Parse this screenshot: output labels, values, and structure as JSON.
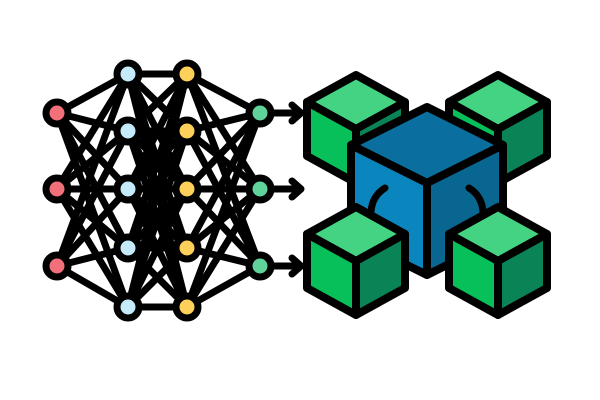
{
  "illustration": {
    "neural_network": {
      "layers": [
        {
          "role": "input",
          "nodes": 3,
          "color": "#f2707a"
        },
        {
          "role": "hidden",
          "nodes": 5,
          "color": "#c5ebfa"
        },
        {
          "role": "hidden",
          "nodes": 5,
          "color": "#fdd05a"
        },
        {
          "role": "output",
          "nodes": 3,
          "color": "#5fd39a"
        }
      ],
      "connectivity": "fully-connected",
      "output_arrows": 3
    },
    "blockchain": {
      "center_block": {
        "top": "#0a6f9e",
        "left": "#0a85bd",
        "right": "#086690"
      },
      "peer_block": {
        "top": "#43d383",
        "left": "#08c05a",
        "right": "#0a8457"
      },
      "peer_blocks": 4
    },
    "outline_color": "#000000"
  }
}
